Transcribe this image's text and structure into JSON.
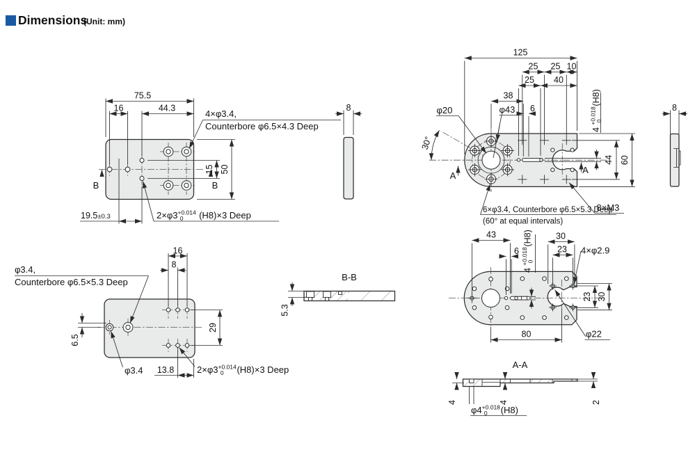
{
  "header": {
    "title": "Dimensions",
    "unit": "(Unit: mm)",
    "accent_color": "#1a5aa5"
  },
  "d1": {
    "dim_width": "75.5",
    "dim_16": "16",
    "dim_443": "44.3",
    "cb_label_1": "4×φ3.4,",
    "cb_label_2": "Counterbore φ6.5×4.3 Deep",
    "dim_15": "15",
    "dim_50": "50",
    "section_b_left": "B",
    "section_b_right": "B",
    "dim_195": "19.5",
    "dim_195_tol": "±0.3",
    "pin_pre": "2×φ3",
    "tol_top": "+0.014",
    "tol_bot": "0",
    "pin_post": " (H8)×3 Deep",
    "side_thk": "8"
  },
  "d2": {
    "dim_125": "125",
    "dim_25a": "25",
    "dim_25b": "25",
    "dim_10": "10",
    "dim_25c": "25",
    "dim_40": "40",
    "dim_38": "38",
    "phi20": "φ20",
    "phi43": "φ43",
    "dim_6": "6",
    "slot_pre": "4 ",
    "tol_top": "+0.018",
    "tol_bot": "0",
    "slot_post": "(H8)",
    "deg30": "30°",
    "a_left": "A",
    "a_right": "A",
    "dim_44": "44",
    "dim_60": "60",
    "m3": "8×M3",
    "cb_label_1": "6×φ3.4, Counterbore φ6.5×5.3 Deep",
    "cb_label_2": "(60° at equal intervals)",
    "side_thk": "8"
  },
  "d3": {
    "cb_label_1": "φ3.4,",
    "cb_label_2": "Counterbore φ6.5×5.3 Deep",
    "dim_16": "16",
    "dim_8": "8",
    "dim_29": "29",
    "dim_65": "6.5",
    "phi34": "φ3.4",
    "dim_138": "13.8",
    "pin_pre": "2×φ3",
    "tol_top": "+0.014",
    "tol_bot": "0",
    "pin_post": "(H8)×3 Deep"
  },
  "bb": {
    "title": "B-B",
    "dim_53": "5.3"
  },
  "d4": {
    "dim_43": "43",
    "dim_6": "6",
    "slot_pre": "4 ",
    "tol_top": "+0.018",
    "tol_bot": "0",
    "slot_post": "(H8)",
    "dim_30t": "30",
    "dim_23t": "23",
    "phi29": "4×φ2.9",
    "dim_23r": "23",
    "dim_30r": "30",
    "dim_80": "80",
    "phi22": "φ22"
  },
  "aa": {
    "title": "A-A",
    "dim_4l": "4",
    "dim_4m": "4",
    "dim_2": "2",
    "phi4_pre": "φ4",
    "tol_top": "+0.018",
    "tol_bot": "0",
    "phi4_post": "(H8)"
  }
}
